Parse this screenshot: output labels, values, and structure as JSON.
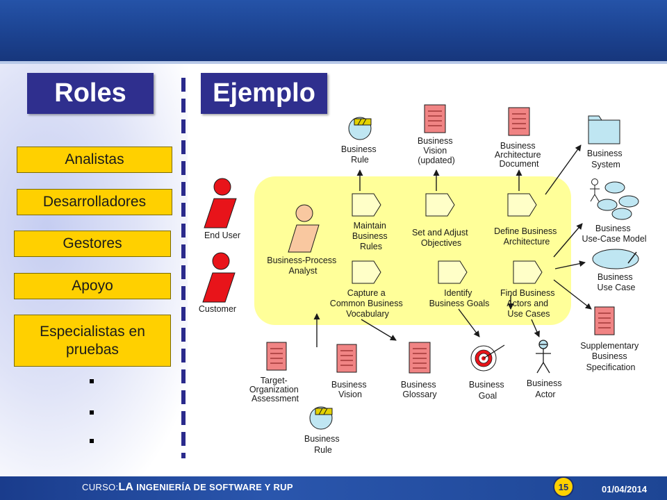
{
  "slide": {
    "roles_title": "Roles",
    "example_title": "Ejemplo",
    "roles": [
      "Analistas",
      "Desarrolladores",
      "Gestores",
      "Apoyo",
      "Especialistas en pruebas"
    ],
    "ellipsis_dots": [
      "▪",
      "▪",
      "▪"
    ]
  },
  "diagram": {
    "actors": {
      "end_user": "End User",
      "customer": "Customer",
      "analyst": [
        "Business-Process",
        "Analyst"
      ]
    },
    "activities": {
      "maintain_rules": [
        "Maintain",
        "Business",
        "Rules"
      ],
      "set_objectives": [
        "Set and Adjust",
        "Objectives"
      ],
      "define_architecture": [
        "Define Business",
        "Architecture"
      ],
      "capture_vocabulary": [
        "Capture a",
        "Common Business",
        "Vocabulary"
      ],
      "identify_goals": [
        "Identify",
        "Business Goals"
      ],
      "find_actors": [
        "Find Business",
        "Actors and",
        "Use Cases"
      ]
    },
    "artifacts": {
      "business_rule_top": [
        "Business",
        "Rule"
      ],
      "business_vision_updated": [
        "Business",
        "Vision",
        "(updated)"
      ],
      "architecture_document": [
        "Business",
        "Architecture",
        "Document"
      ],
      "business_system": [
        "Business",
        "System"
      ],
      "use_case_model": [
        "Business",
        "Use-Case Model"
      ],
      "business_use_case": [
        "Business",
        "Use Case"
      ],
      "supplementary_spec": [
        "Supplementary",
        "Business",
        "Specification"
      ],
      "target_assessment": [
        "Target-",
        "Organization",
        "Assessment"
      ],
      "business_vision": [
        "Business",
        "Vision"
      ],
      "business_glossary": [
        "Business",
        "Glossary"
      ],
      "business_goal": [
        "Business",
        "Goal"
      ],
      "business_actor": [
        "Business",
        "Actor"
      ],
      "business_rule_bottom": [
        "Business",
        "Rule"
      ]
    }
  },
  "footer": {
    "course_prefix": "CURSO:",
    "course_la": "LA",
    "course_title": " INGENIERÍA DE SOFTWARE Y RUP",
    "page_number": "15",
    "date": "01/04/2014"
  },
  "colors": {
    "banner": "#1d4594",
    "role_fill": "#ffd000",
    "title_box": "#2f2f8e",
    "workflow_area": "#ffff99",
    "actor_red": "#e8141a",
    "analyst_fill": "#f9c8a0",
    "document_fill": "#f08484",
    "use_case_fill": "#bfe6f2"
  }
}
